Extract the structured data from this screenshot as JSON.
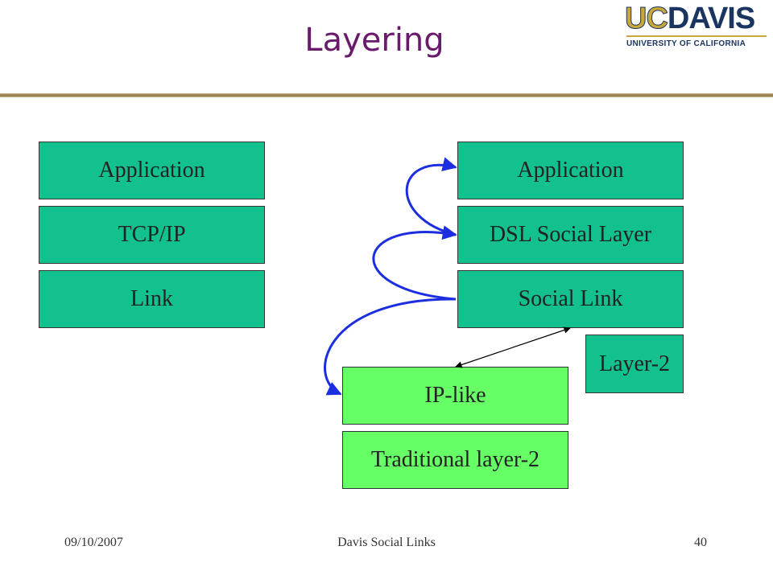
{
  "slide": {
    "title": "Layering",
    "logo": {
      "main_uc": "UC",
      "main_davis": "DAVIS",
      "sub": "UNIVERSITY OF CALIFORNIA"
    }
  },
  "diagram": {
    "left_stack": [
      "Application",
      "TCP/IP",
      "Link"
    ],
    "right_stack": [
      "Application",
      "DSL Social Layer",
      "Social Link"
    ],
    "layer2_label": "Layer-2",
    "lower_stack": [
      "IP-like",
      "Traditional layer-2"
    ],
    "colors": {
      "teal_box": "#12c18e",
      "lime_box": "#66ff66",
      "arrow_blue": "#1c2ee0",
      "title": "#6a1a6a"
    }
  },
  "footer": {
    "date": "09/10/2007",
    "center": "Davis Social Links",
    "page": "40"
  }
}
